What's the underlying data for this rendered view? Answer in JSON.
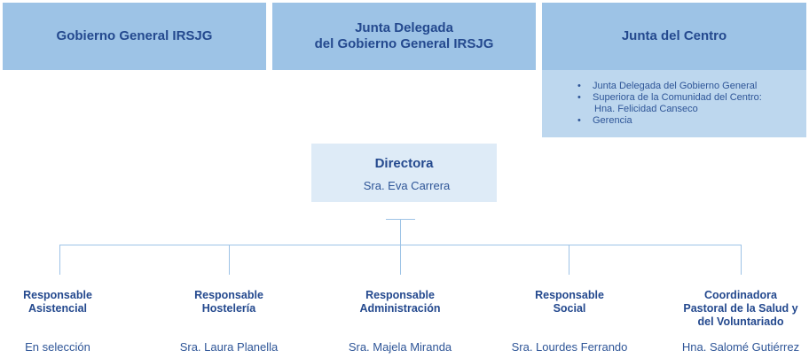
{
  "top_boxes": {
    "gobierno_general": "Gobierno General IRSJG",
    "junta_delegada": "Junta Delegada\ndel Gobierno General IRSJG",
    "junta_centro": {
      "title": "Junta del Centro",
      "items": [
        "Junta Delegada del Gobierno General",
        "Superiora de la Comunidad del Centro:",
        "Gerencia"
      ],
      "sub_item": "Hna. Felicidad Canseco",
      "bullet": "•"
    }
  },
  "directora": {
    "title": "Directora",
    "name": "Sra. Eva Carrera"
  },
  "departments": [
    {
      "role": "Responsable\nAsistencial",
      "person": "En selección"
    },
    {
      "role": "Responsable\nHostelería",
      "person": "Sra. Laura Planella"
    },
    {
      "role": "Responsable\nAdministración",
      "person": "Sra. Majela Miranda"
    },
    {
      "role": "Responsable\nSocial",
      "person": "Sra. Lourdes Ferrando"
    },
    {
      "role": "Coordinadora\nPastoral de la Salud y\ndel Voluntariado",
      "person": "Hna. Salomé Gutiérrez"
    }
  ],
  "colors": {
    "header_fill": "#9dc3e6",
    "body_fill": "#bdd7ee",
    "directora_fill": "#deebf7",
    "text_dark_blue": "#24498e",
    "connector": "#9dc3e6"
  }
}
